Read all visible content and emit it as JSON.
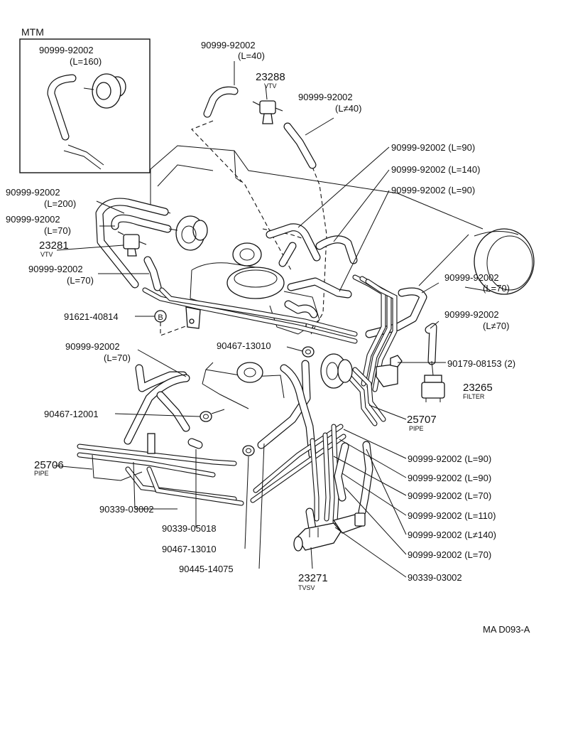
{
  "inset": {
    "title": "MTM",
    "part": "90999-92002",
    "length": "(L=160)"
  },
  "labels": {
    "top_hose_a_part": "90999-92002",
    "top_hose_a_len": "(L=40)",
    "vtv_top_part": "23288",
    "vtv_top_sub": "VTV",
    "top_hose_b_part": "90999-92002",
    "top_hose_b_len": "(L≠40)",
    "right_1": "90999-92002 (L=90)",
    "right_2": "90999-92002 (L=140)",
    "right_3": "90999-92002 (L=90)",
    "left_1_part": "90999-92002",
    "left_1_len": "(L=200)",
    "left_2_part": "90999-92002",
    "left_2_len": "(L=70)",
    "vtv_left_part": "23281",
    "vtv_left_sub": "VTV",
    "left_3_part": "90999-92002",
    "left_3_len": "(L=70)",
    "right_4_part": "90999-92002",
    "right_4_len": "(L=70)",
    "right_5_part": "90999-92002",
    "right_5_len": "(L≠70)",
    "bolt_part": "91621-40814",
    "bolt_marker": "B",
    "clamp_mid": "90467-13010",
    "nut_part": "90179-08153 (2)",
    "filter_part": "23265",
    "filter_sub": "FILTER",
    "mid_left_part": "90999-92002",
    "mid_left_len": "(L=70)",
    "clip_part": "90467-12001",
    "pipe_right_part": "25707",
    "pipe_right_sub": "PIPE",
    "pipe_left_part": "25706",
    "pipe_left_sub": "PIPE",
    "bottom_right_1": "90999-92002 (L=90)",
    "bottom_right_2": "90999-92002 (L=90)",
    "bottom_right_3": "90999-92002 (L=70)",
    "bottom_right_4": "90999-92002 (L=110)",
    "bottom_right_5": "90999-92002 (L≠140)",
    "bottom_right_6": "90999-92002 (L=70)",
    "bottom_right_7": "90339-03002",
    "bottom_left_1": "90339-03002",
    "bottom_left_2": "90339-05018",
    "bottom_left_3": "90467-13010",
    "bottom_left_4": "90445-14075",
    "tvsv_part": "23271",
    "tvsv_sub": "TVSV",
    "diagram_code": "MA D093-A"
  }
}
